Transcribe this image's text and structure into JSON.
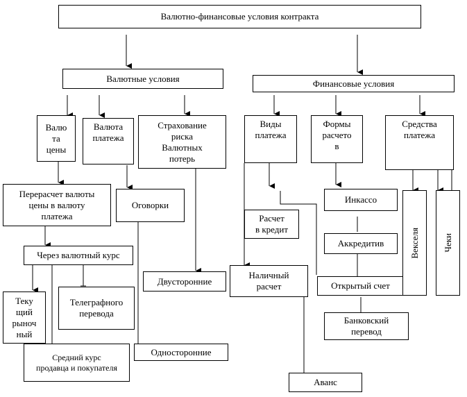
{
  "nodes": {
    "root": "Валютно-финансовые условия контракта",
    "currency_conditions": "Валютные условия",
    "financial_conditions": "Финансовые условия",
    "price_currency": "Валю\nта\nцены",
    "payment_currency": "Валюта\nплатежа",
    "risk_insurance": "Страхование\nриска\nВалютных\nпотерь",
    "payment_types": "Виды\nплатежа",
    "settlement_forms": "Формы\nрасчето\nв",
    "payment_means": "Средства\nплатежа",
    "recalculation": "Перерасчет валюты\nцены в валюту\nплатежа",
    "clauses": "Оговорки",
    "via_exchange_rate": "Через валютный курс",
    "current_market": "Теку\nщий\nрыноч\nный",
    "telegraphic": "Телеграфного\nперевода",
    "average_rate": "Средний курс\nпродавца и покупателя",
    "bilateral": "Двусторонние",
    "unilateral": "Односторонние",
    "credit_settlement": "Расчет\nв кредит",
    "cash_settlement": "Наличный\nрасчет",
    "advance": "Аванс",
    "collection": "Инкассо",
    "letter_of_credit": "Аккредитив",
    "open_account": "Открытый счет",
    "bank_transfer": "Банковский\nперевод",
    "bills": "Векселя",
    "cheques": "Чеки"
  }
}
